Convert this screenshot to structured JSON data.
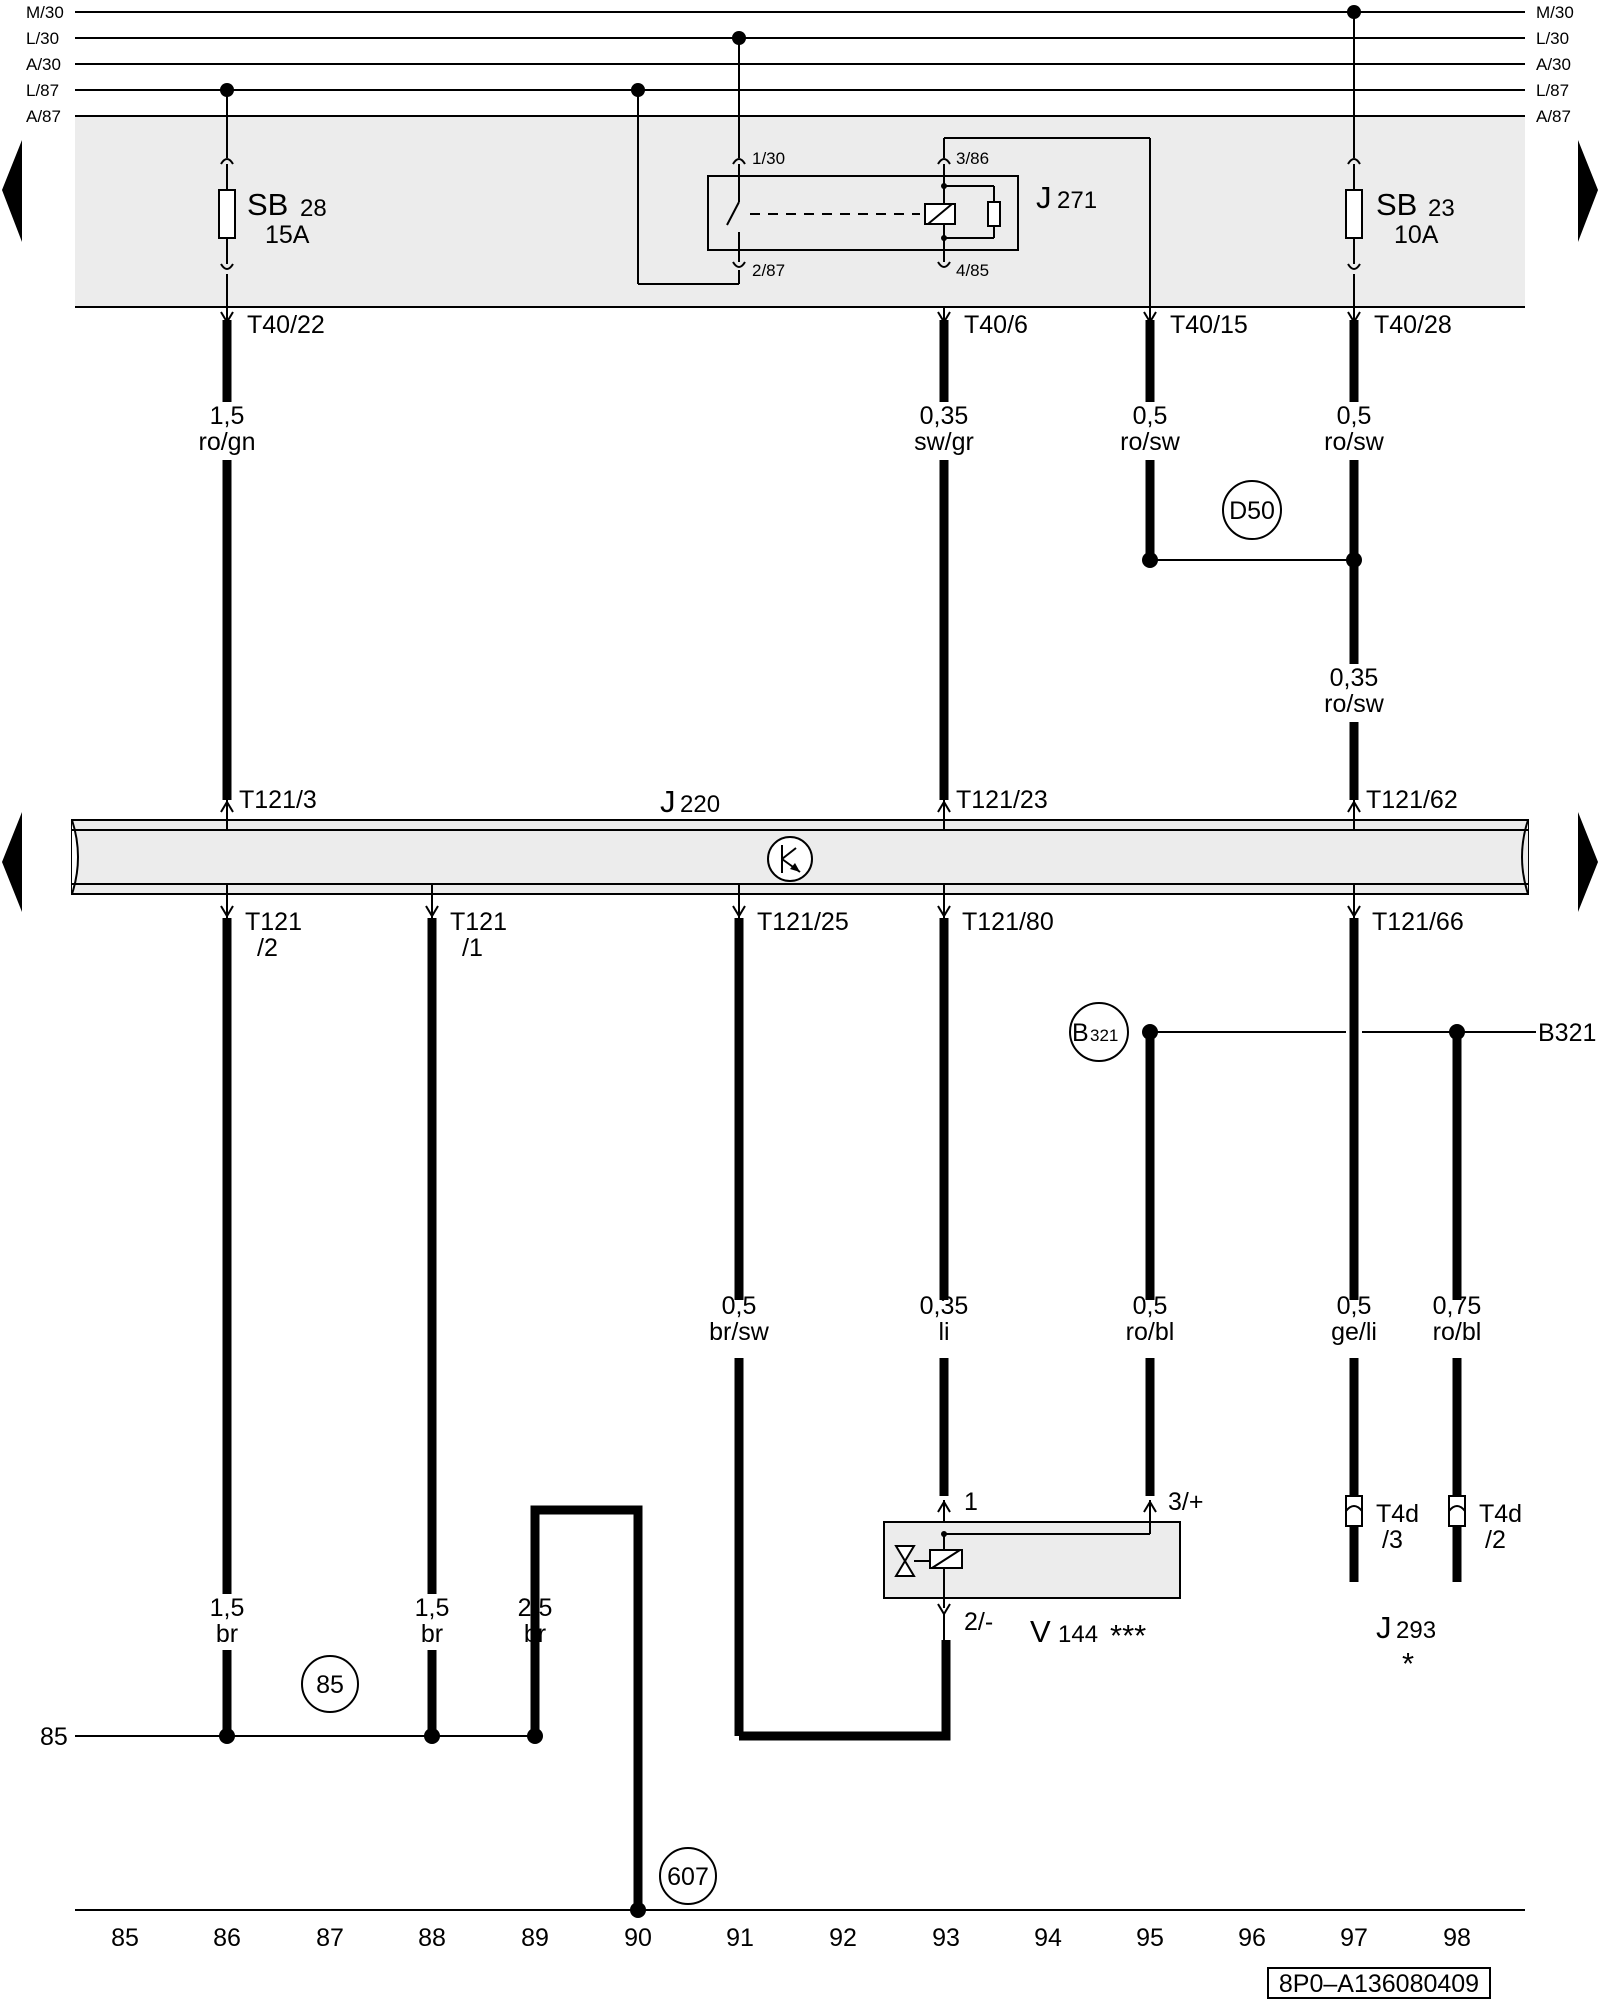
{
  "bus_lines": [
    "M/30",
    "L/30",
    "A/30",
    "L/87",
    "A/87"
  ],
  "fuses": [
    {
      "name": "SB",
      "number": "28",
      "rating": "15A"
    },
    {
      "name": "SB",
      "number": "23",
      "rating": "10A"
    }
  ],
  "relay": {
    "name": "J",
    "number": "271",
    "pins": [
      "1/30",
      "2/87",
      "3/86",
      "4/85"
    ]
  },
  "connectors_top": [
    "T40/22",
    "T40/6",
    "T40/15",
    "T40/28"
  ],
  "wires_upper": [
    {
      "size": "1,5",
      "color": "ro/gn"
    },
    {
      "size": "0,35",
      "color": "sw/gr"
    },
    {
      "size": "0,5",
      "color": "ro/sw"
    },
    {
      "size": "0,5",
      "color": "ro/sw"
    },
    {
      "size": "0,35",
      "color": "ro/sw"
    }
  ],
  "junction_d50": "D50",
  "ecu": {
    "name": "J",
    "number": "220"
  },
  "ecu_pins_top": [
    "T121/3",
    "T121/23",
    "T121/62"
  ],
  "ecu_pins_bottom": [
    "T121",
    "/2",
    "T121",
    "/1",
    "T121/25",
    "T121/80",
    "T121/66"
  ],
  "junction_b321": {
    "label": "B",
    "number": "321",
    "continuation": "B321"
  },
  "wires_lower": [
    {
      "size": "0,5",
      "color": "br/sw"
    },
    {
      "size": "0,35",
      "color": "li"
    },
    {
      "size": "0,5",
      "color": "ro/bl"
    },
    {
      "size": "0,5",
      "color": "ge/li"
    },
    {
      "size": "0,75",
      "color": "ro/bl"
    }
  ],
  "valve": {
    "name": "V",
    "number": "144",
    "marker": "***",
    "pins": [
      "1",
      "3/+",
      "2/-"
    ]
  },
  "connectors_t4d": [
    {
      "name": "T4d",
      "pin": "/3"
    },
    {
      "name": "T4d",
      "pin": "/2"
    }
  ],
  "module_j293": {
    "name": "J",
    "number": "293",
    "marker": "*"
  },
  "ground_wires": [
    {
      "size": "1,5",
      "color": "br"
    },
    {
      "size": "1,5",
      "color": "br"
    },
    {
      "size": "2,5",
      "color": "br"
    }
  ],
  "ground_85": {
    "circle": "85",
    "line_label": "85"
  },
  "ground_607": "607",
  "track_numbers": [
    "85",
    "86",
    "87",
    "88",
    "89",
    "90",
    "91",
    "92",
    "93",
    "94",
    "95",
    "96",
    "97",
    "98"
  ],
  "doc_code": "8P0–A136080409"
}
